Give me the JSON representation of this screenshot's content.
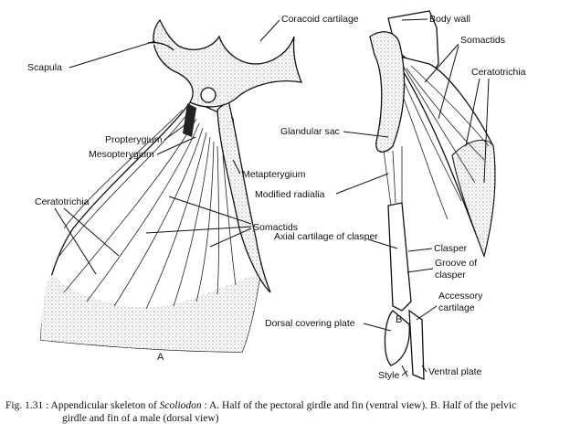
{
  "figure_a": {
    "panel_label": "A",
    "labels": {
      "scapula": "Scapula",
      "coracoid": "Coracoid cartilage",
      "propterygium": "Propterygium",
      "mesopterygium": "Mesopterygium",
      "metapterygium": "Metapterygium",
      "ceratotrichia": "Ceratotrichia",
      "somactids": "Somactids"
    }
  },
  "figure_b": {
    "panel_label": "B",
    "labels": {
      "body_wall": "Body wall",
      "somactids": "Somactids",
      "ceratotrichia": "Ceratotrichia",
      "glandular_sac": "Glandular sac",
      "modified_radialia": "Modified radialia",
      "axial_cartilage": "Axial cartilage of clasper",
      "clasper": "Clasper",
      "groove_1": "Groove of",
      "groove_2": "clasper",
      "accessory_1": "Accessory",
      "accessory_2": "cartilage",
      "dorsal_plate": "Dorsal covering plate",
      "style": "Style",
      "ventral_plate": "Ventral plate"
    }
  },
  "caption": {
    "prefix": "Fig. 1.31 : Appendicular skeleton of ",
    "genus": "Scoliodon",
    "line1_rest": " : A. Half of the pectoral girdle and fin (ventral view). B. Half of the pelvic",
    "line2": "girdle and fin of a male (dorsal view)"
  }
}
